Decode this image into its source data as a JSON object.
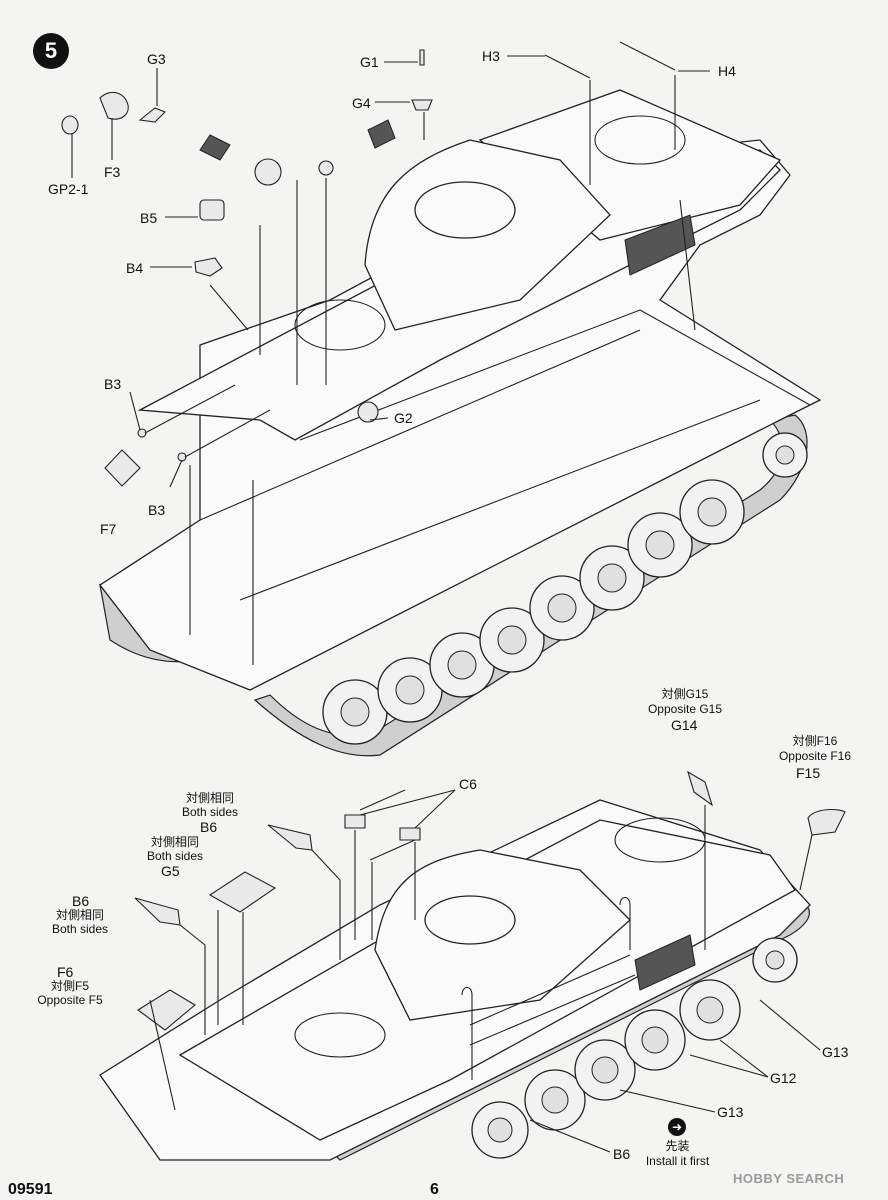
{
  "step": {
    "number": "5"
  },
  "top_view": {
    "labels": {
      "g3": "G3",
      "f3": "F3",
      "gp2_1": "GP2-1",
      "g1": "G1",
      "g4": "G4",
      "h3": "H3",
      "h4": "H4",
      "b5": "B5",
      "b4": "B4",
      "b3_upper": "B3",
      "b3_lower": "B3",
      "f7": "F7",
      "g2": "G2"
    }
  },
  "bottom_view": {
    "labels": {
      "g15_jp": "対側G15",
      "g15_en": "Opposite G15",
      "g14": "G14",
      "f16_jp": "対側F16",
      "f16_en": "Opposite F16",
      "f15": "F15",
      "c6": "C6",
      "b6_top_jp": "対側相同",
      "b6_top_en": "Both sides",
      "b6_top": "B6",
      "g5_jp": "対側相同",
      "g5_en": "Both sides",
      "g5": "G5",
      "b6_left": "B6",
      "b6_left_jp": "対側相同",
      "b6_left_en": "Both sides",
      "f6": "F6",
      "f5_jp": "対側F5",
      "f5_en": "Opposite F5",
      "g13_upper": "G13",
      "g12": "G12",
      "g13_lower": "G13",
      "b6_bottom": "B6",
      "install_jp": "先装",
      "install_en": "Install it first"
    }
  },
  "footer": {
    "code": "09591",
    "page": "6",
    "watermark": "HOBBY SEARCH"
  }
}
